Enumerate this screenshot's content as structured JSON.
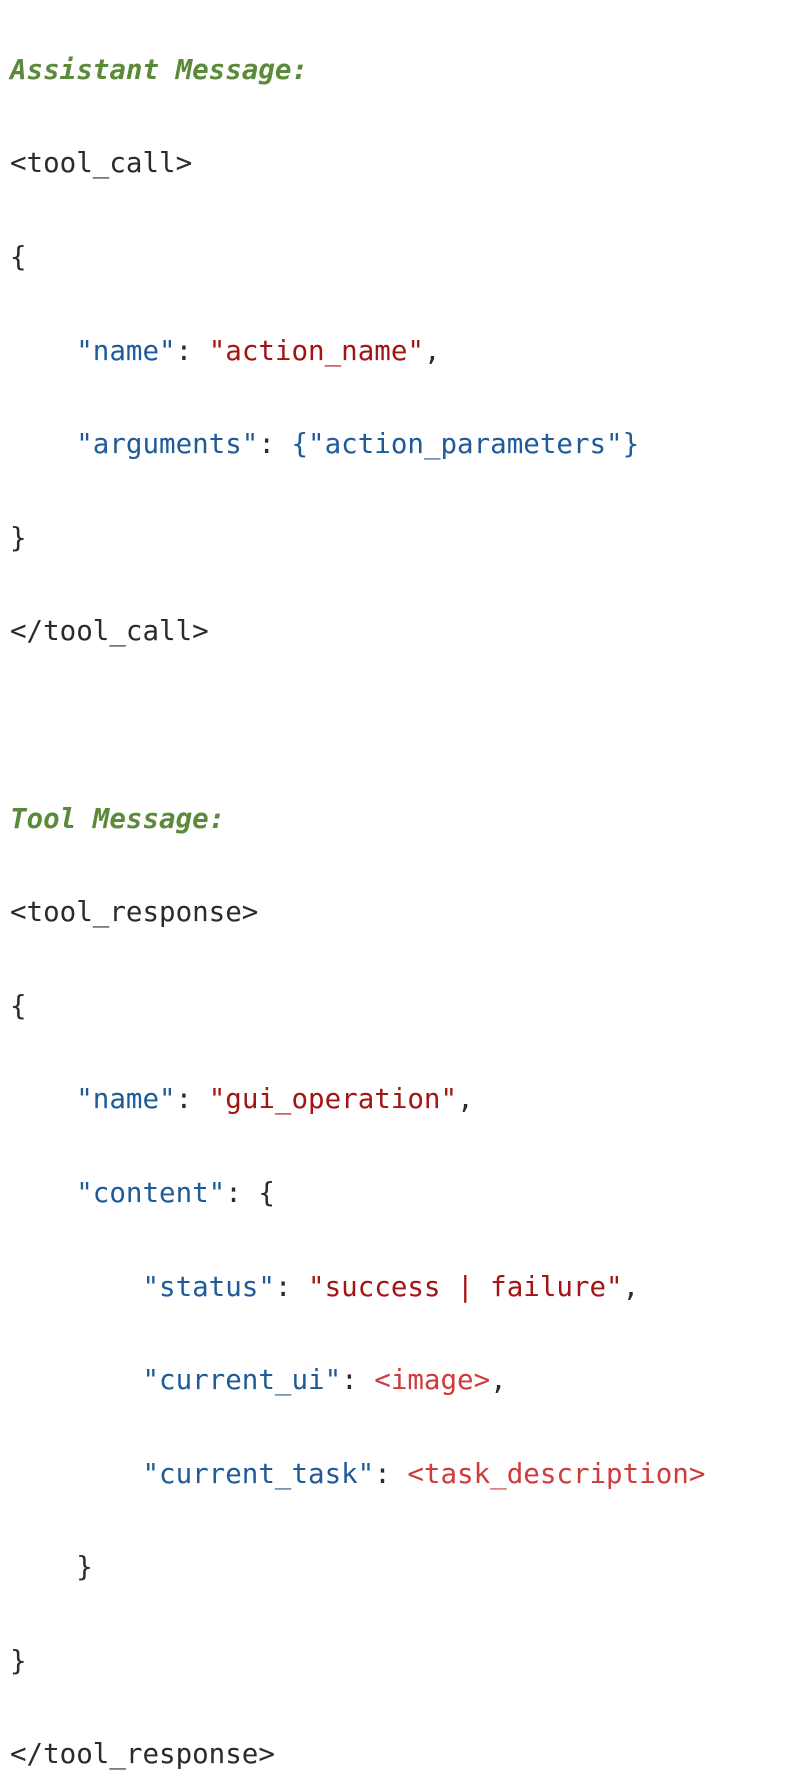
{
  "assistant": {
    "heading": "Assistant Message:",
    "open_tag": "<tool_call>",
    "open_brace": "{",
    "name_key": "\"name\"",
    "name_value": "\"action_name\"",
    "args_key": "\"arguments\"",
    "args_value": "{\"action_parameters\"}",
    "close_brace": "}",
    "close_tag": "</tool_call>"
  },
  "tool": {
    "heading": "Tool Message:",
    "open_tag": "<tool_response>",
    "open_brace": "{",
    "name_key": "\"name\"",
    "name_value": "\"gui_operation\"",
    "content_key": "\"content\"",
    "content_open": "{",
    "status_key": "\"status\"",
    "status_value": "\"success | failure\"",
    "ui_key": "\"current_ui\"",
    "ui_value": "<image>",
    "task_key": "\"current_task\"",
    "task_value": "<task_description>",
    "content_close": "}",
    "close_brace": "}",
    "close_tag": "</tool_response>"
  },
  "colors": {
    "heading": "#5a8a3a",
    "key": "#1f5a99",
    "string": "#a31515",
    "placeholder": "#cf3b3b",
    "text": "#2b2b2b"
  }
}
